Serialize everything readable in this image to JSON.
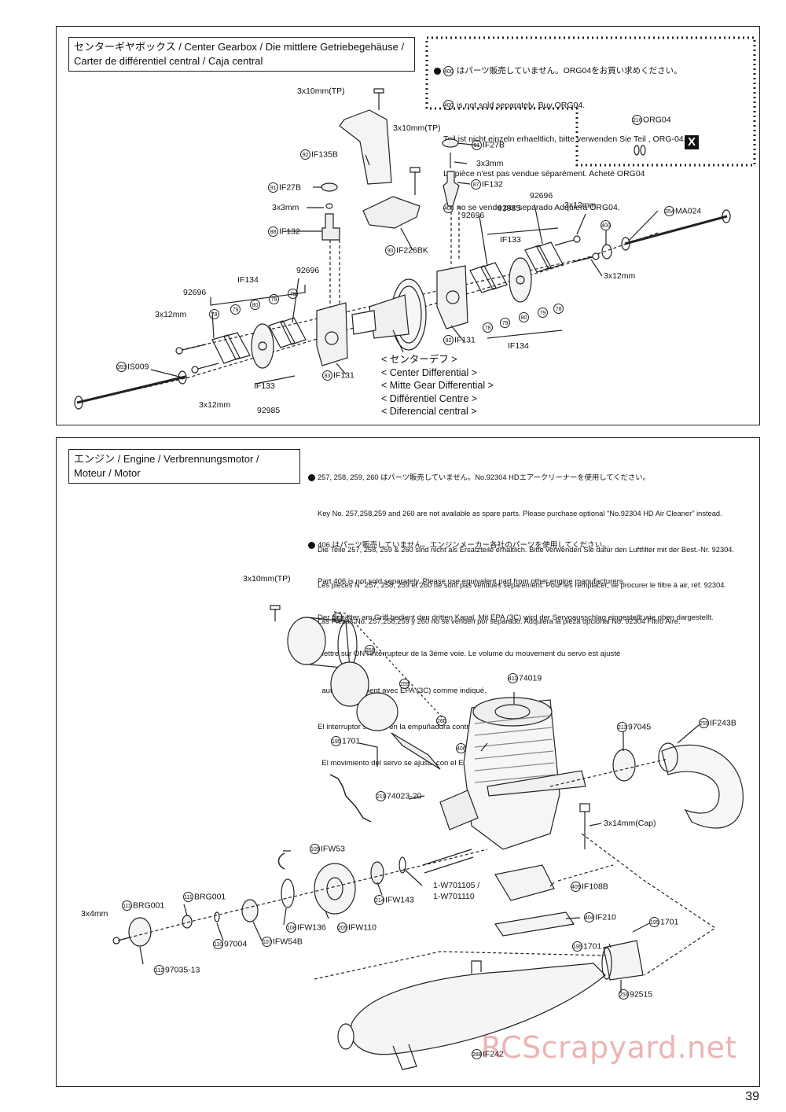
{
  "page_number": "39",
  "watermark": "RCScrapyard.net",
  "center_gearbox": {
    "title_line1": "センターギヤボックス / Center Gearbox / Die mittlere Getriebegehäuse /",
    "title_line2": "Carter de différentiel central / Caja central",
    "note_lines": [
      "はパーツ販売していません。ORG04をお買い求めください。",
      "is not sold separately. Buy ORG04.",
      "Teil ist nicht einzeln erhaeltlich, bitte verwenden Sie Teil , ORG-04.",
      "La pièce n'est pas vendue séparément. Acheté ORG04",
      "no se vende por separado Adquiera ORG04."
    ],
    "note_part": "400",
    "note_buy": "216",
    "org04_label": "ORG04",
    "x_mark": "X",
    "center_diff_labels": "< センターデフ >\n< Center Differential >\n< Mitte Gear Differential >\n< Différentiel Centre >\n< Diferencial central >",
    "parts": [
      {
        "num": "",
        "code": "3x10mm(TP)"
      },
      {
        "num": "92",
        "code": "IF135B"
      },
      {
        "num": "",
        "code": "3x10mm(TP)"
      },
      {
        "num": "91",
        "code": "IF27B"
      },
      {
        "num": "",
        "code": "3x3mm"
      },
      {
        "num": "87",
        "code": "IF132"
      },
      {
        "num": "91",
        "code": "IF27B"
      },
      {
        "num": "",
        "code": "3x3mm"
      },
      {
        "num": "88",
        "code": "IF132"
      },
      {
        "num": "90",
        "code": "IF226BK"
      },
      {
        "num": "354",
        "code": "MA024"
      },
      {
        "num": "400",
        "code": ""
      },
      {
        "num": "",
        "code": "3x12mm"
      },
      {
        "num": "",
        "code": "3x12mm"
      },
      {
        "num": "",
        "code": "92696"
      },
      {
        "num": "",
        "code": "92985"
      },
      {
        "num": "",
        "code": "IF133"
      },
      {
        "num": "82",
        "code": "IF131"
      },
      {
        "num": "",
        "code": "IF134"
      },
      {
        "num": "83",
        "code": "IF131"
      },
      {
        "num": "353",
        "code": "IS009"
      },
      {
        "num": "",
        "code": "IF133"
      },
      {
        "num": "",
        "code": "92985"
      },
      {
        "num": "",
        "code": "3x12mm"
      },
      {
        "num": "",
        "code": "3x12mm"
      }
    ]
  },
  "engine": {
    "title_line1": "エンジン / Engine / Verbrennungsmotor /",
    "title_line2": "Moteur / Motor",
    "note1_lines": [
      "257, 258, 259, 260 はパーツ販売していません。No.92304 HDエアークリーナーを使用してください。",
      "Key No. 257,258,259 and 260 are not available as spare parts. Please purchase optional \"No.92304 HD Air Cleaner\" instead.",
      "Die Teile 257, 258, 259 & 260 sind nicht als Ersatzteile erhältlich. Bitte verwenden Sie dafür den Luftfilter mit der Best.-Nr. 92304.",
      "Les pièces N° 257, 258, 259 et 260 ne sont pas vendues séparément. Pour les remplacer, se procurer le filtre à air, réf. 92304.",
      "Las Piezas No. 257,258,259 y 260 no se venden por separado. Adquiera la pieza opcional No. 92304 Filtro Aire."
    ],
    "note2_lines": [
      "406 はパーツ販売していません。エンジンメーカー各社のパーツを使用してください。",
      "Part 406 is not sold separately. Please use equivalent part from other engine manufacturers.",
      "Der Schalter am Griff bedient den dritten Kanal. Mit EPA (3C) wird der Servoausschlag eingestellt wie oben dargestellt.",
      "Mettre sur ON l'interrupteur de la 3ème voie. Le volume du mouvement du servo est ajusté",
      "  automatiquement avec EPA (3C) comme indiqué.",
      "El interruptor situado en la empuñadura controla el tercer canal.",
      "  El movimiento del servo se ajusta con el EPA (3C) mostrado arriba."
    ],
    "parts": [
      {
        "num": "",
        "code": "3x10mm(TP)"
      },
      {
        "num": "257",
        "code": ""
      },
      {
        "num": "258",
        "code": ""
      },
      {
        "num": "259",
        "code": ""
      },
      {
        "num": "260",
        "code": ""
      },
      {
        "num": "195",
        "code": "1701"
      },
      {
        "num": "411",
        "code": "74019"
      },
      {
        "num": "406",
        "code": ""
      },
      {
        "num": "219",
        "code": "74023-20"
      },
      {
        "num": "213",
        "code": "97045"
      },
      {
        "num": "255",
        "code": "IF243B"
      },
      {
        "num": "",
        "code": "3x14mm(Cap)"
      },
      {
        "num": "109",
        "code": "IFW53"
      },
      {
        "num": "",
        "code": "1-W701105 /"
      },
      {
        "num": "",
        "code": "1-W701110"
      },
      {
        "num": "214",
        "code": "IFW143"
      },
      {
        "num": "405",
        "code": "IF108B"
      },
      {
        "num": "111",
        "code": "BRG001"
      },
      {
        "num": "111",
        "code": "BRG001"
      },
      {
        "num": "",
        "code": "3x4mm"
      },
      {
        "num": "108",
        "code": "IFW136"
      },
      {
        "num": "205",
        "code": "IFW110"
      },
      {
        "num": "110",
        "code": "97004"
      },
      {
        "num": "107",
        "code": "IFW54B"
      },
      {
        "num": "112",
        "code": "97035-13"
      },
      {
        "num": "404",
        "code": "IF210"
      },
      {
        "num": "195",
        "code": "1701"
      },
      {
        "num": "195",
        "code": "1701"
      },
      {
        "num": "256",
        "code": "92515"
      },
      {
        "num": "288",
        "code": "IF242"
      }
    ]
  }
}
